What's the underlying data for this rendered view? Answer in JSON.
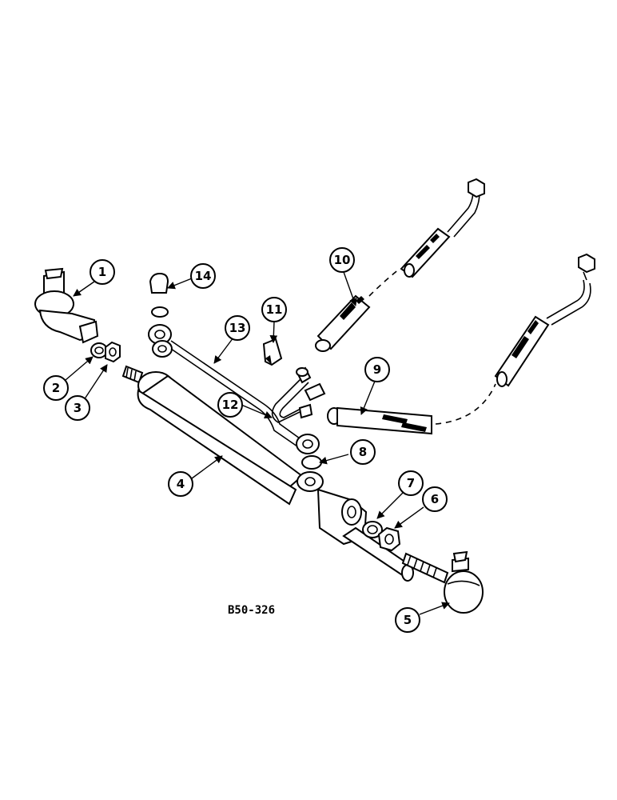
{
  "figure_id": "B50-326",
  "callouts": [
    {
      "label": "1"
    },
    {
      "label": "2"
    },
    {
      "label": "3"
    },
    {
      "label": "4"
    },
    {
      "label": "5"
    },
    {
      "label": "6"
    },
    {
      "label": "7"
    },
    {
      "label": "8"
    },
    {
      "label": "9"
    },
    {
      "label": "10"
    },
    {
      "label": "11"
    },
    {
      "label": "12"
    },
    {
      "label": "13"
    },
    {
      "label": "14"
    }
  ]
}
